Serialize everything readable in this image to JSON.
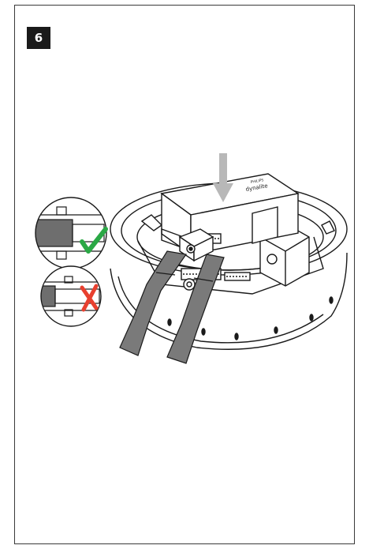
{
  "step": {
    "number": "6"
  },
  "device": {
    "brand_top": "PHILIPS",
    "brand": "dynalite"
  },
  "colors": {
    "line": "#1a1a1a",
    "cable": "#7a7a7a",
    "cable_dark": "#555555",
    "arrow": "#b8b8b8",
    "check": "#2aa845",
    "cross": "#e8402f",
    "plug": "#6e6e6e"
  },
  "icons": {
    "correct": "check-mark-icon",
    "incorrect": "cross-mark-icon",
    "direction": "down-arrow-icon"
  }
}
